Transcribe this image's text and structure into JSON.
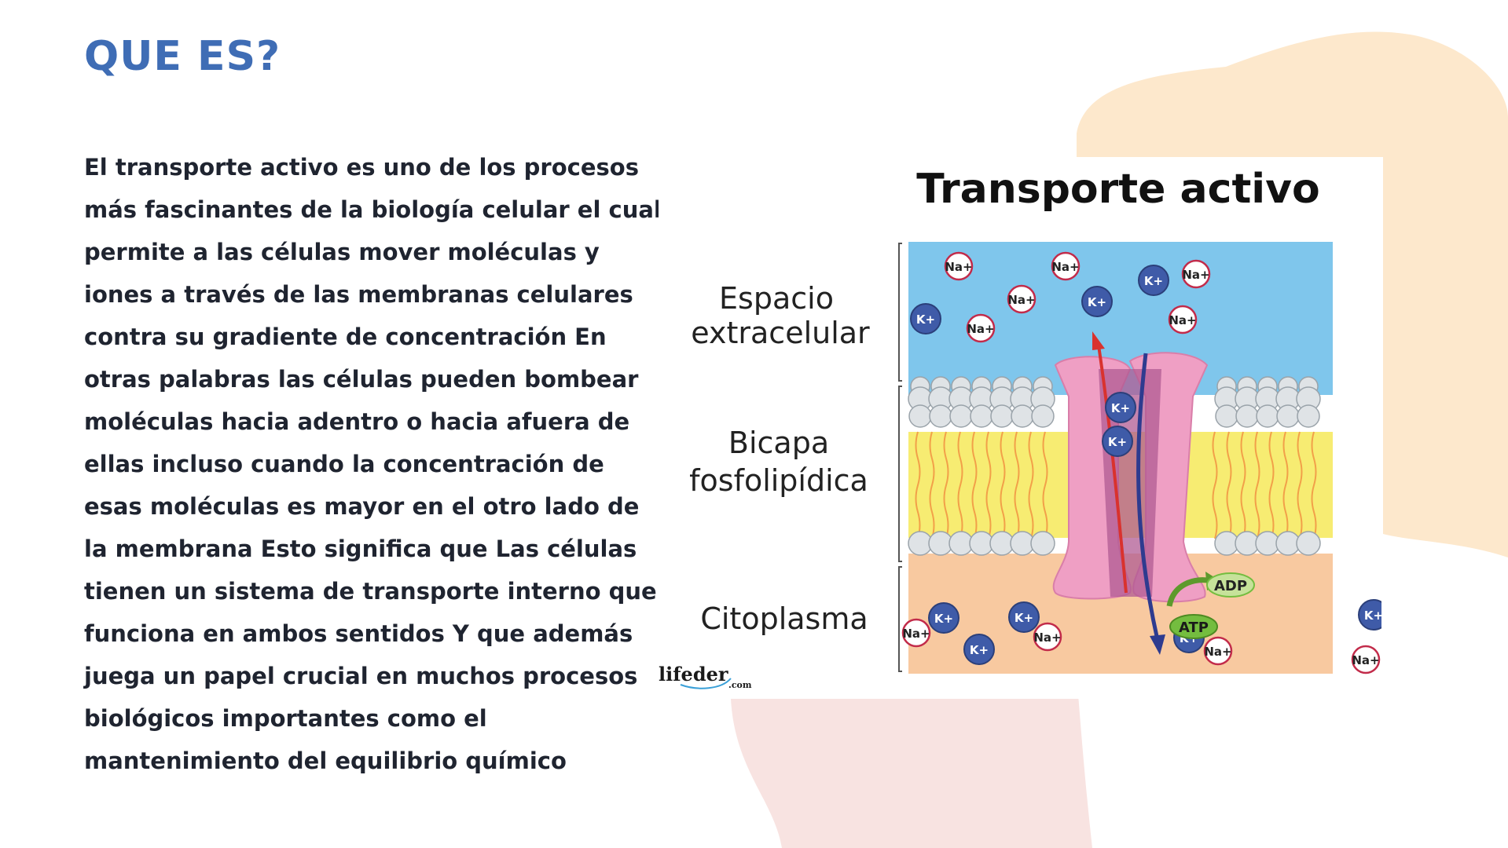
{
  "slide": {
    "title": "QUE ES?",
    "body": "El transporte activo es uno de los procesos más fascinantes de la biología celular el cual permite a las células mover moléculas y iones a través de las membranas celulares contra su gradiente de concentración En otras palabras las células pueden bombear moléculas hacia adentro o hacia afuera de ellas incluso cuando la concentración de esas moléculas es mayor en el otro lado de la membrana Esto significa que Las células tienen un sistema de transporte interno que funciona en ambos sentidos Y que además juega un papel crucial en muchos procesos biológicos importantes como el mantenimiento del equilibrio químico"
  },
  "figure": {
    "title": "Transporte activo",
    "labels": {
      "extracellular_line1": "Espacio",
      "extracellular_line2": "extracelular",
      "bilayer_line1": "Bicapa",
      "bilayer_line2": "fosfolipídica",
      "cytoplasm": "Citoplasma"
    },
    "ion_na": "Na+",
    "ion_k": "K+",
    "adp": "ADP",
    "atp": "ATP",
    "watermark": "lifeder",
    "watermark_suffix": ".com"
  },
  "colors": {
    "title_blue": "#3f6db5",
    "text_dark": "#1f2430",
    "blob_peach": "#fde8cc",
    "blob_pink": "#f8e3e1",
    "extracellular": "#7fc6ec",
    "cytoplasm": "#f8c9a0",
    "lipid_tails": "#f7ec72",
    "protein": "#ef9fc4",
    "potassium": "#3f5ba8",
    "sodium_border": "#c22b4a",
    "atp_green": "#74bd3f"
  }
}
